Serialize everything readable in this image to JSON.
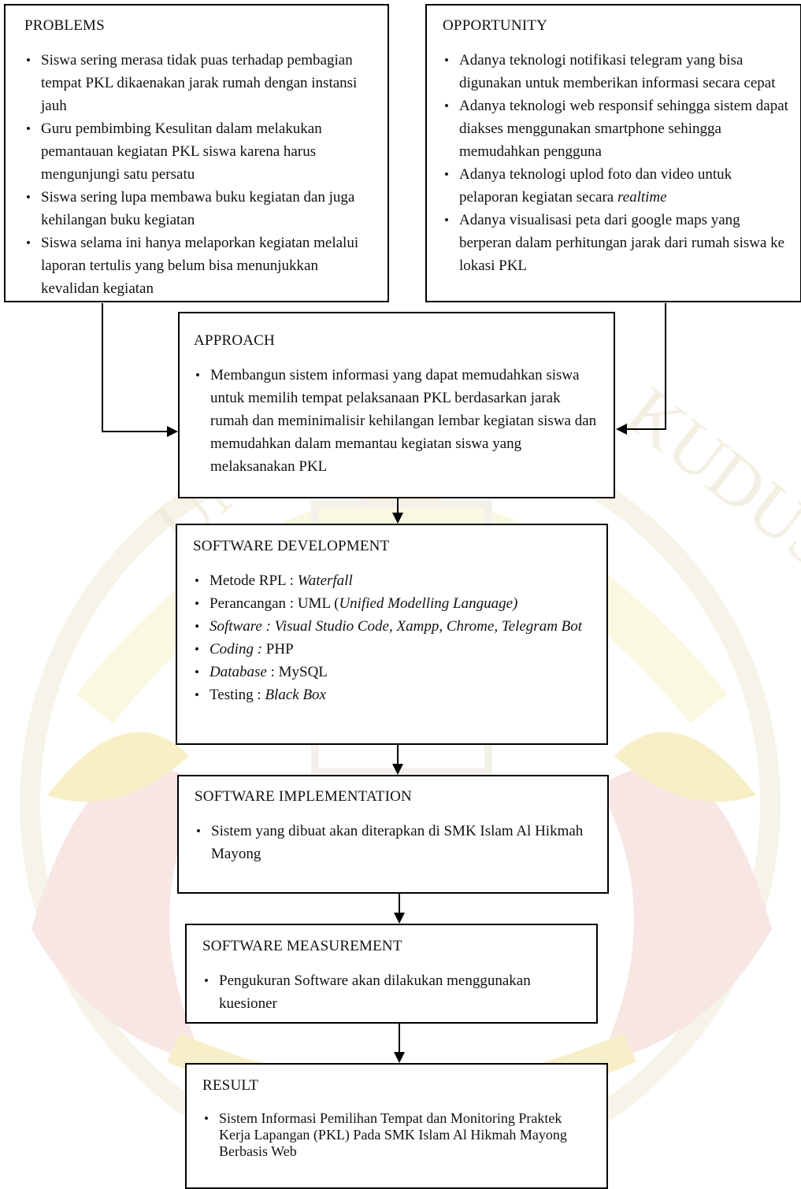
{
  "boxes": {
    "problems": {
      "title": "PROBLEMS",
      "items": [
        "Siswa sering merasa tidak puas terhadap pembagian tempat PKL dikaenakan jarak rumah dengan instansi jauh",
        "Guru pembimbing Kesulitan dalam melakukan pemantauan kegiatan PKL siswa karena harus mengunjungi satu persatu",
        "Siswa sering lupa membawa buku kegiatan dan juga kehilangan buku kegiatan",
        "Siswa selama ini hanya melaporkan kegiatan melalui laporan tertulis yang belum bisa menunjukkan kevalidan kegiatan"
      ]
    },
    "opportunity": {
      "title": "OPPORTUNITY",
      "items": [
        "Adanya teknologi notifikasi telegram yang  bisa digunakan untuk memberikan informasi secara cepat",
        "Adanya teknologi web responsif sehingga sistem dapat diakses menggunakan smartphone sehingga memudahkan pengguna",
        {
          "text": "Adanya teknologi uplod foto dan video untuk pelaporan kegiatan secara ",
          "italic": "realtime"
        },
        "Adanya visualisasi peta dari google maps yang berperan dalam perhitungan jarak dari rumah siswa ke lokasi PKL"
      ]
    },
    "approach": {
      "title": "APPROACH",
      "items": [
        "Membangun sistem informasi yang dapat memudahkan siswa untuk memilih tempat pelaksanaan PKL berdasarkan jarak rumah dan meminimalisir kehilangan lembar kegiatan siswa  dan memudahkan dalam memantau kegiatan siswa yang melaksanakan PKL"
      ]
    },
    "software_development": {
      "title": "SOFTWARE DEVELOPMENT",
      "items": [
        {
          "label": "Metode RPL : ",
          "value": "Waterfall"
        },
        {
          "label": "Perancangan : UML (",
          "value": "Unified Modelling Language)"
        },
        {
          "label": "Software : Visual Studio Code, Xampp, Chrome, Telegram Bot",
          "value": ""
        },
        {
          "label": "Coding :",
          "value": " PHP"
        },
        {
          "label": "Database",
          "value": " : MySQL"
        },
        {
          "label": "Testing : ",
          "value": "Black Box"
        }
      ]
    },
    "software_implementation": {
      "title": "SOFTWARE IMPLEMENTATION",
      "items": [
        "Sistem yang dibuat akan diterapkan di SMK Islam Al Hikmah Mayong"
      ]
    },
    "software_measurement": {
      "title": "SOFTWARE MEASUREMENT",
      "items": [
        "Pengukuran Software akan dilakukan menggunakan kuesioner"
      ]
    },
    "result": {
      "title": "RESULT",
      "items": [
        "Sistem Informasi Pemilihan Tempat dan Monitoring Praktek Kerja Lapangan (PKL) Pada SMK Islam Al Hikmah Mayong Berbasis Web"
      ]
    }
  },
  "watermark": {
    "text": "UNIVERSITAS MURIA KUDUS",
    "colors": [
      "#f3ecae",
      "#f6dcd8",
      "#ece9e2"
    ]
  }
}
